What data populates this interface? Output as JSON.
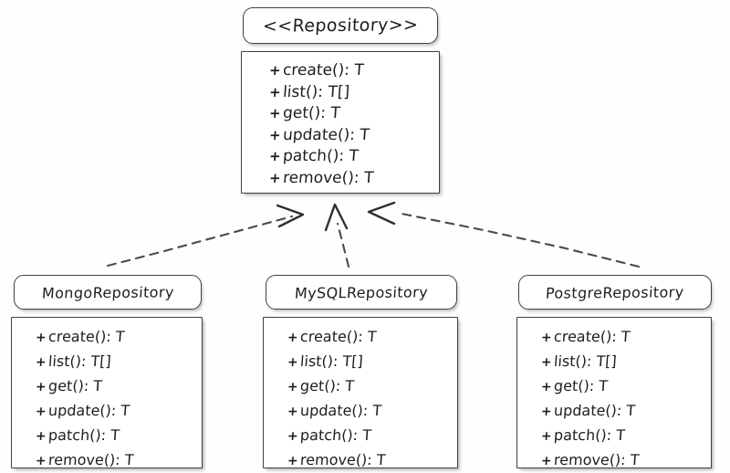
{
  "diagram": {
    "kind": "uml-class-diagram",
    "style": "hand-drawn",
    "background_color": "#fefefe",
    "stroke_color": "#3f3f46",
    "text_color": "#1d1d20"
  },
  "root": {
    "title": "<<Repository>>",
    "stereotype": "interface",
    "members": [
      {
        "visibility": "+",
        "signature": "create(): T"
      },
      {
        "visibility": "+",
        "signature": "list(): T[]"
      },
      {
        "visibility": "+",
        "signature": "get(): T"
      },
      {
        "visibility": "+",
        "signature": "update(): T"
      },
      {
        "visibility": "+",
        "signature": "patch(): T"
      },
      {
        "visibility": "+",
        "signature": "remove(): T"
      }
    ]
  },
  "implementors": [
    {
      "title": "MongoRepository",
      "members": [
        {
          "visibility": "+",
          "signature": "create(): T"
        },
        {
          "visibility": "+",
          "signature": "list(): T[]"
        },
        {
          "visibility": "+",
          "signature": "get(): T"
        },
        {
          "visibility": "+",
          "signature": "update(): T"
        },
        {
          "visibility": "+",
          "signature": "patch(): T"
        },
        {
          "visibility": "+",
          "signature": "remove(): T"
        }
      ]
    },
    {
      "title": "MySQLRepository",
      "members": [
        {
          "visibility": "+",
          "signature": "create(): T"
        },
        {
          "visibility": "+",
          "signature": "list(): T[]"
        },
        {
          "visibility": "+",
          "signature": "get(): T"
        },
        {
          "visibility": "+",
          "signature": "update(): T"
        },
        {
          "visibility": "+",
          "signature": "patch(): T"
        },
        {
          "visibility": "+",
          "signature": "remove(): T"
        }
      ]
    },
    {
      "title": "PostgreRepository",
      "members": [
        {
          "visibility": "+",
          "signature": "create(): T"
        },
        {
          "visibility": "+",
          "signature": "list(): T[]"
        },
        {
          "visibility": "+",
          "signature": "get(): T"
        },
        {
          "visibility": "+",
          "signature": "update(): T"
        },
        {
          "visibility": "+",
          "signature": "patch(): T"
        },
        {
          "visibility": "+",
          "signature": "remove(): T"
        }
      ]
    }
  ],
  "connectors": [
    {
      "name": "realization-mongo-to-repository",
      "from": "MongoRepository",
      "to": "<<Repository>>",
      "relation": "realization",
      "line": "dashed",
      "arrowhead": "open-triangle"
    },
    {
      "name": "realization-mysql-to-repository",
      "from": "MySQLRepository",
      "to": "<<Repository>>",
      "relation": "realization",
      "line": "dashed",
      "arrowhead": "open-triangle"
    },
    {
      "name": "realization-postgre-to-repository",
      "from": "PostgreRepository",
      "to": "<<Repository>>",
      "relation": "realization",
      "line": "dashed",
      "arrowhead": "open-triangle"
    }
  ]
}
